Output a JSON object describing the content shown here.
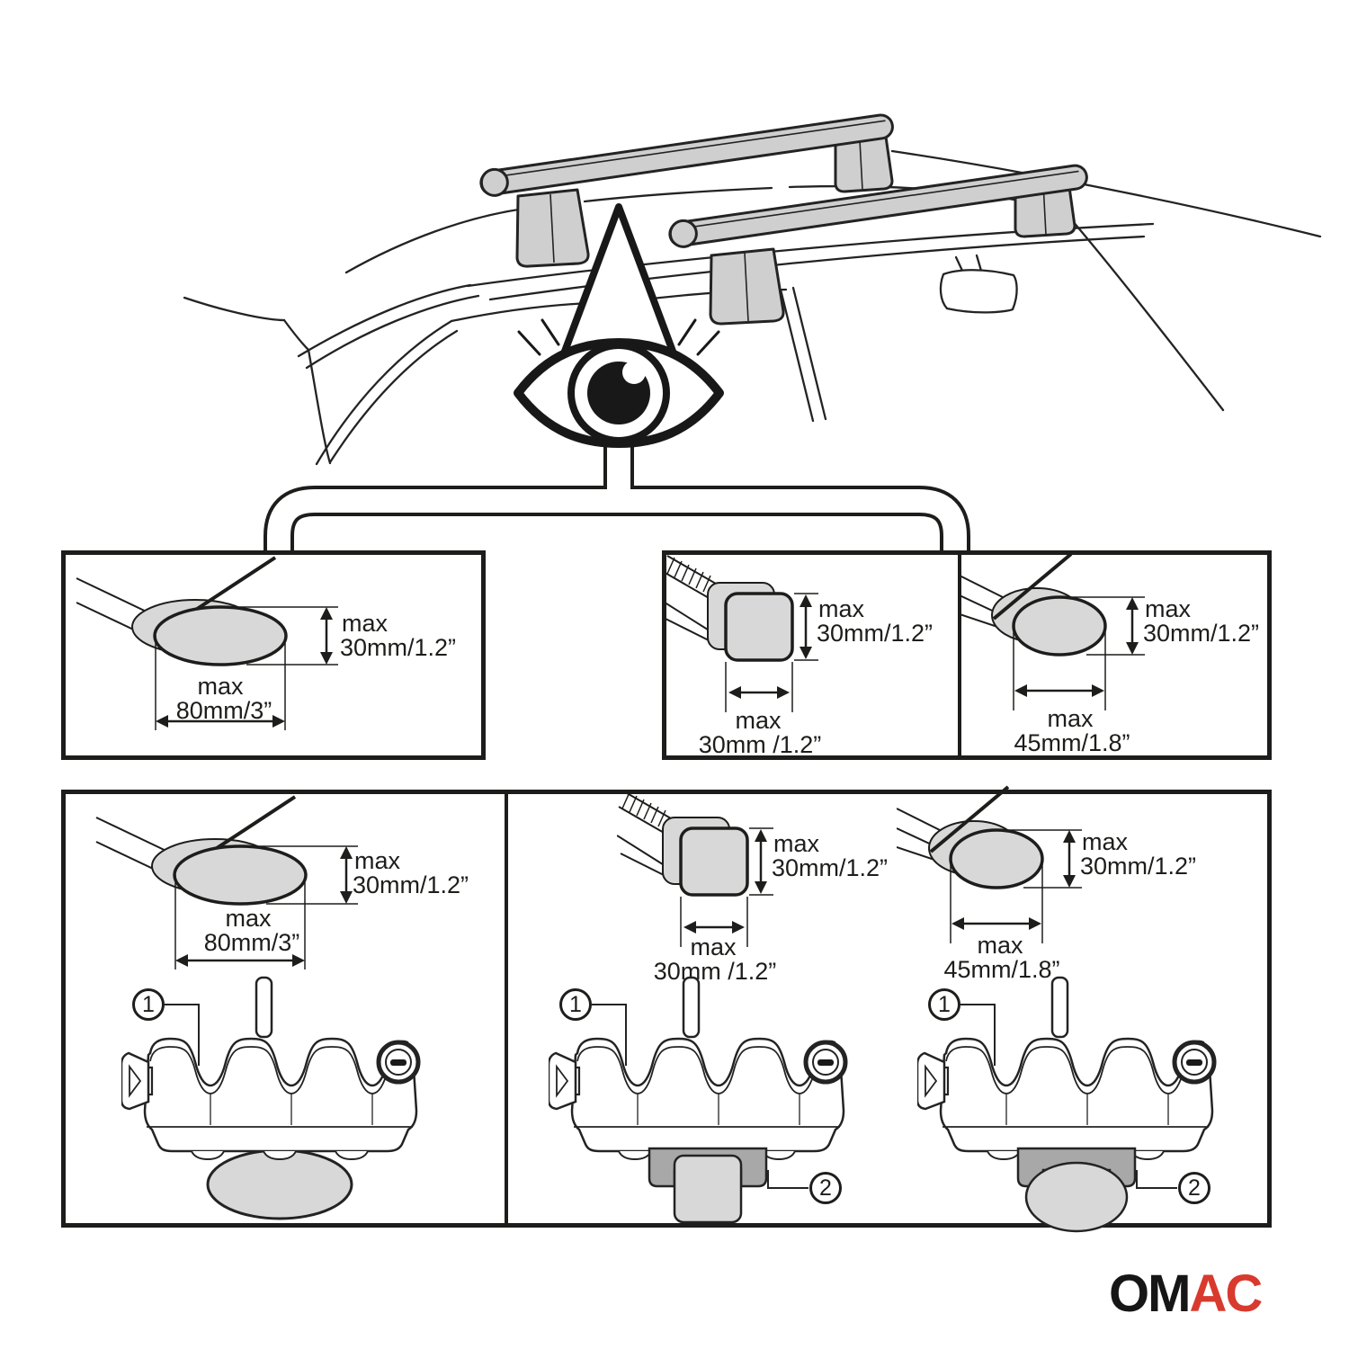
{
  "colors": {
    "line": "#1d1d1b",
    "bar_fill": "#cfcfcf",
    "cross_section_fill": "#d8d8d8",
    "adapter_fill": "#a8a8a8",
    "logo_black": "#161616",
    "logo_red": "#d83a2e",
    "background": "#ffffff"
  },
  "icons": {
    "eye": "eye-icon",
    "up_arrow": "up-arrow-icon",
    "lock": "lock-icon",
    "clamp_knob": "knob-icon"
  },
  "cross_sections": [
    {
      "shape": "oval",
      "height_line1": "max",
      "height_line2": "30mm/1.2”",
      "width_line1": "max",
      "width_line2": "80mm/3”"
    },
    {
      "shape": "square",
      "height_line1": "max",
      "height_line2": "30mm/1.2”",
      "width_line1": "max",
      "width_line2": "30mm /1.2”"
    },
    {
      "shape": "oval",
      "height_line1": "max",
      "height_line2": "30mm/1.2”",
      "width_line1": "max",
      "width_line2": "45mm/1.8”"
    }
  ],
  "callouts": {
    "clamp_body": "1",
    "adapter": "2"
  },
  "logo": {
    "black_part": "OM",
    "red_part": "AC"
  }
}
